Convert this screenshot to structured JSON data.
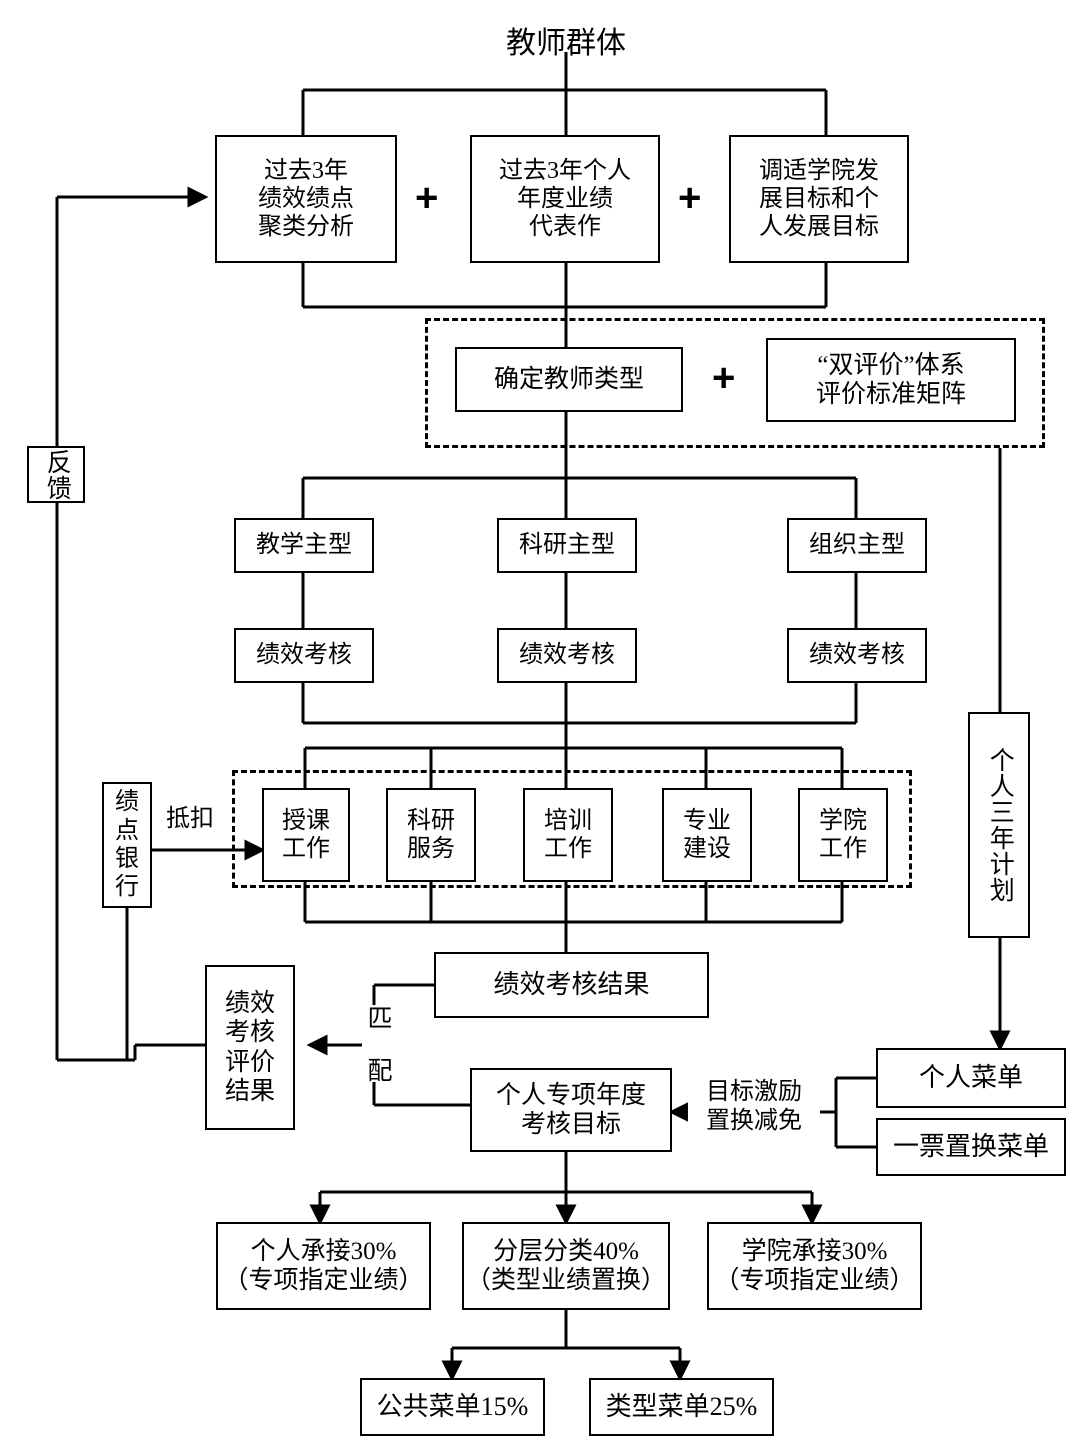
{
  "diagram": {
    "title": "教师群体",
    "inputs_row": [
      {
        "label": "过去3年\n绩效绩点\n聚类分析"
      },
      {
        "label": "过去3年个人\n年度业绩\n代表作"
      },
      {
        "label": "调适学院发\n展目标和个\n人发展目标"
      }
    ],
    "plus_signs": [
      "+",
      "+",
      "+"
    ],
    "classify_group": {
      "teacher_type": "确定教师类型",
      "eval_matrix": "“双评价”体系\n评价标准矩阵"
    },
    "types_row": [
      {
        "label": "教学主型"
      },
      {
        "label": "科研主型"
      },
      {
        "label": "组织主型"
      }
    ],
    "assessment_row": [
      {
        "label": "绩效考核"
      },
      {
        "label": "绩效考核"
      },
      {
        "label": "绩效考核"
      }
    ],
    "tasks_group": [
      {
        "label": "授课\n工作"
      },
      {
        "label": "科研\n服务"
      },
      {
        "label": "培训\n工作"
      },
      {
        "label": "专业\n建设"
      },
      {
        "label": "学院\n工作"
      }
    ],
    "feedback_box": "反馈",
    "credit_bank_box": "绩点\n银行",
    "credit_bank_edge_label": "抵扣",
    "three_year_plan_box": "个人三年计划",
    "result_box": "绩效考核结果",
    "match_label": "匹\n配",
    "eval_result_box": "绩效\n考核\n评价\n结果",
    "annual_goal_box": "个人专项年度\n考核目标",
    "incentive_label": "目标激励\n置换减免",
    "menus": [
      {
        "label": "个人菜单"
      },
      {
        "label": "一票置换菜单"
      }
    ],
    "allocation_row": [
      {
        "label": "个人承接30%\n（专项指定业绩）"
      },
      {
        "label": "分层分类40%\n（类型业绩置换）"
      },
      {
        "label": "学院承接30%\n（专项指定业绩）"
      }
    ],
    "sub_menus_row": [
      {
        "label": "公共菜单15%"
      },
      {
        "label": "类型菜单25%"
      }
    ]
  },
  "style": {
    "line_color": "#000000",
    "box_fill": "#ffffff"
  }
}
